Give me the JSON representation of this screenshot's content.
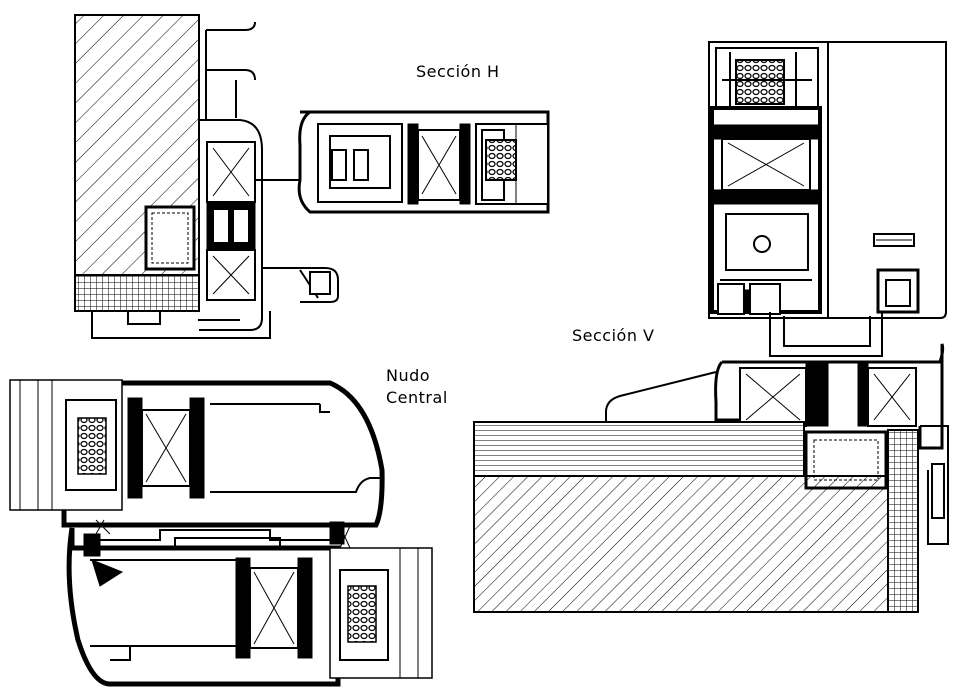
{
  "labels": {
    "seccion_h": "Sección H",
    "seccion_v": "Sección V",
    "nudo_line1": "Nudo",
    "nudo_line2": "Central"
  },
  "colors": {
    "line": "#000000",
    "background": "#ffffff",
    "glass": "#bdbdbd"
  }
}
